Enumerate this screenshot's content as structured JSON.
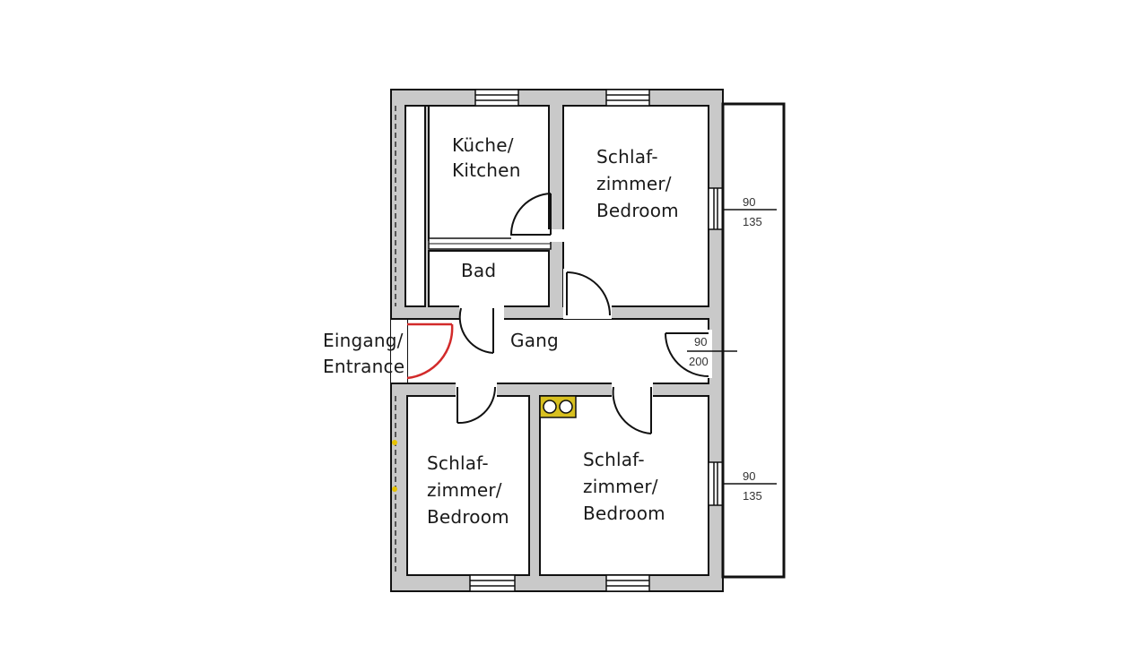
{
  "rooms": {
    "kitchen": [
      "Küche/",
      "Kitchen"
    ],
    "bedroom_top_right": [
      "Schlaf-",
      "zimmer/",
      "Bedroom"
    ],
    "bath": [
      "Bad"
    ],
    "hall": [
      "Gang"
    ],
    "entrance": [
      "Eingang/",
      "Entrance"
    ],
    "bedroom_bottom_left": [
      "Schlaf-",
      "zimmer/",
      "Bedroom"
    ],
    "bedroom_bottom_right": [
      "Schlaf-",
      "zimmer/",
      "Bedroom"
    ]
  },
  "dimensions": {
    "window_top_right": {
      "width": "90",
      "height": "135"
    },
    "door_hall": {
      "width": "90",
      "height": "200"
    },
    "window_bottom_right": {
      "width": "90",
      "height": "135"
    }
  },
  "colors": {
    "wall_fill": "#c9c9c9",
    "wall_stroke": "#111111",
    "entrance_door": "#d22a2a",
    "stove": "#d8c020"
  }
}
